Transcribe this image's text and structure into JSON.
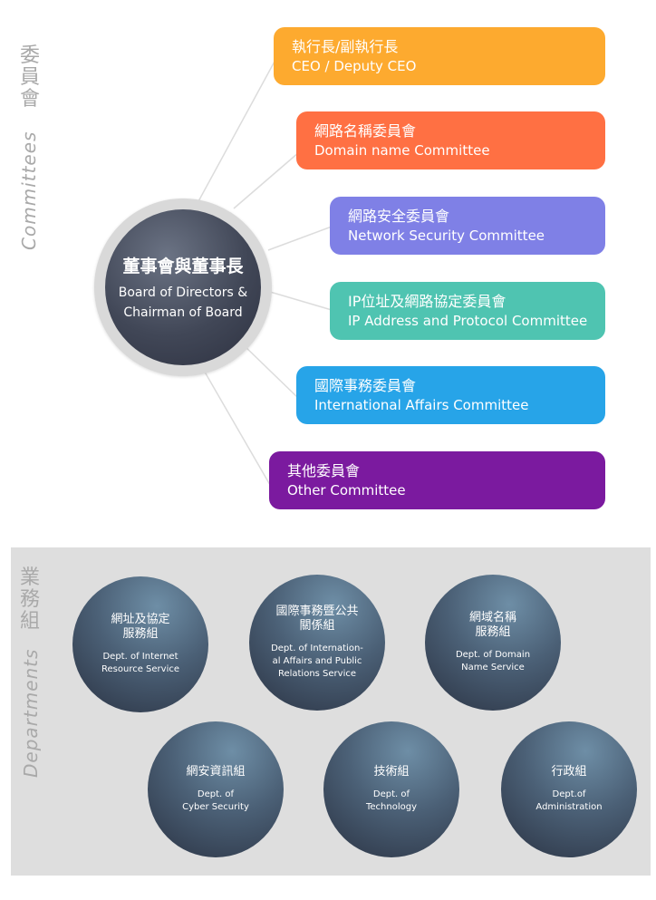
{
  "section_committees": {
    "cn": "委員會",
    "en": "Committees"
  },
  "board": {
    "cn": "董事會與董事長",
    "en_line1": "Board of Directors &",
    "en_line2": "Chairman of Board"
  },
  "committees": [
    {
      "cn": "執行長/副執行長",
      "en": "CEO / Deputy CEO",
      "color": "#fdaa2f"
    },
    {
      "cn": "網路名稱委員會",
      "en": "Domain name Committee",
      "color": "#ff7043"
    },
    {
      "cn": "網路安全委員會",
      "en": "Network Security Committee",
      "color": "#7f80e6"
    },
    {
      "cn": "IP位址及網路協定委員會",
      "en": "IP Address and Protocol Committee",
      "color": "#4fc4b1"
    },
    {
      "cn": "國際事務委員會",
      "en": "International Affairs Committee",
      "color": "#27a4e8"
    },
    {
      "cn": "其他委員會",
      "en": "Other Committee",
      "color": "#7b1a9f"
    }
  ],
  "section_departments": {
    "cn": "業務組",
    "en": "Departments"
  },
  "departments": [
    {
      "cn1": "網址及協定",
      "cn2": "服務組",
      "en1": "Dept. of Internet",
      "en2": "Resource Service",
      "en3": ""
    },
    {
      "cn1": "國際事務暨公共",
      "cn2": "關係組",
      "en1": "Dept. of Internation-",
      "en2": "al Affairs and Public",
      "en3": "Relations Service"
    },
    {
      "cn1": "網域名稱",
      "cn2": "服務組",
      "en1": "Dept. of Domain",
      "en2": "Name Service",
      "en3": ""
    },
    {
      "cn1": "網安資訊組",
      "cn2": "",
      "en1": "Dept. of",
      "en2": "Cyber Security",
      "en3": ""
    },
    {
      "cn1": "技術組",
      "cn2": "",
      "en1": "Dept. of",
      "en2": "Technology",
      "en3": ""
    },
    {
      "cn1": "行政組",
      "cn2": "",
      "en1": "Dept.of",
      "en2": "Administration",
      "en3": ""
    }
  ]
}
